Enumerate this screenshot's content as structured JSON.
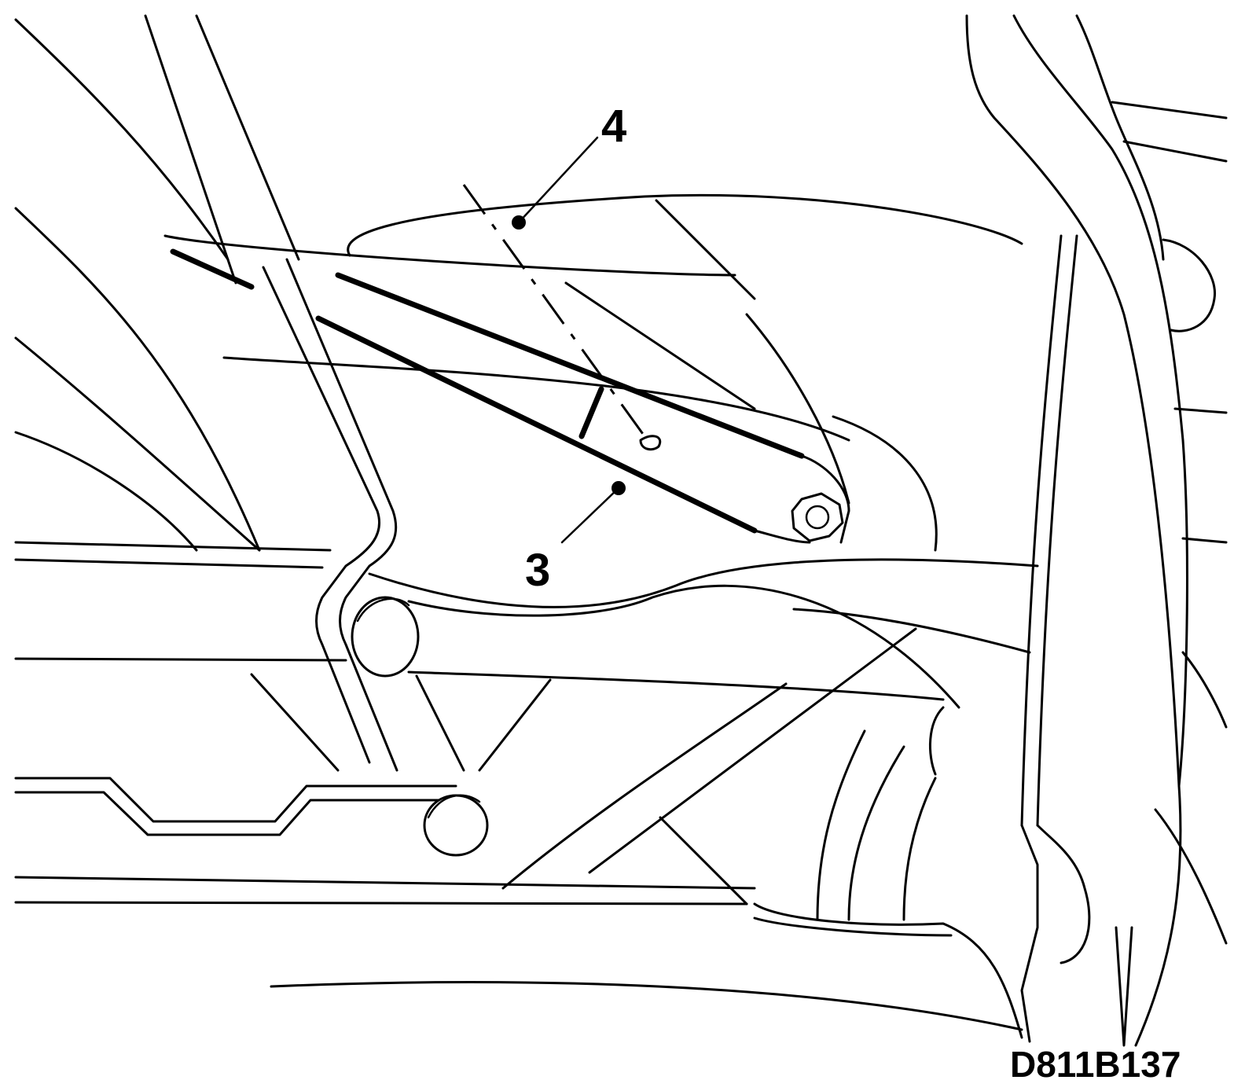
{
  "callouts": {
    "part_4": "4",
    "part_3": "3"
  },
  "reference_code": "D811B137",
  "colors": {
    "line": "#000000",
    "background": "#ffffff"
  }
}
